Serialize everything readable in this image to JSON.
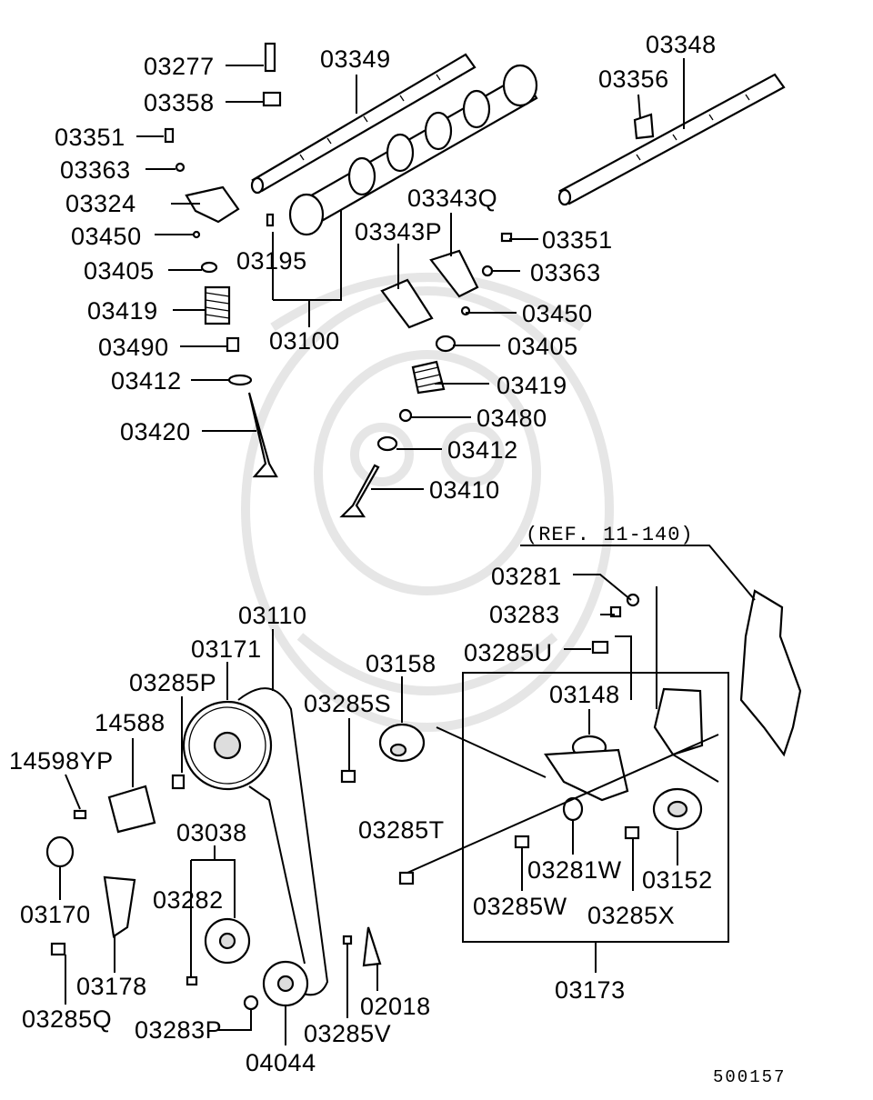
{
  "diagram": {
    "diagram_code": "500157",
    "reference_note": "(REF. 11-140)",
    "labels": [
      {
        "id": "l01",
        "text": "03277"
      },
      {
        "id": "l02",
        "text": "03349"
      },
      {
        "id": "l03",
        "text": "03348"
      },
      {
        "id": "l04",
        "text": "03358"
      },
      {
        "id": "l05",
        "text": "03356"
      },
      {
        "id": "l06",
        "text": "03351"
      },
      {
        "id": "l07",
        "text": "03363"
      },
      {
        "id": "l08",
        "text": "03324"
      },
      {
        "id": "l09",
        "text": "03343Q"
      },
      {
        "id": "l10",
        "text": "03450"
      },
      {
        "id": "l11",
        "text": "03343P"
      },
      {
        "id": "l12",
        "text": "03351"
      },
      {
        "id": "l13",
        "text": "03195"
      },
      {
        "id": "l14",
        "text": "03405"
      },
      {
        "id": "l15",
        "text": "03363"
      },
      {
        "id": "l16",
        "text": "03419"
      },
      {
        "id": "l17",
        "text": "03450"
      },
      {
        "id": "l18",
        "text": "03100"
      },
      {
        "id": "l19",
        "text": "03490"
      },
      {
        "id": "l20",
        "text": "03405"
      },
      {
        "id": "l21",
        "text": "03412"
      },
      {
        "id": "l22",
        "text": "03419"
      },
      {
        "id": "l23",
        "text": "03420"
      },
      {
        "id": "l24",
        "text": "03480"
      },
      {
        "id": "l25",
        "text": "03412"
      },
      {
        "id": "l26",
        "text": "03410"
      },
      {
        "id": "l27",
        "text": "03281"
      },
      {
        "id": "l28",
        "text": "03283"
      },
      {
        "id": "l29",
        "text": "03110"
      },
      {
        "id": "l30",
        "text": "03285U"
      },
      {
        "id": "l31",
        "text": "03171"
      },
      {
        "id": "l32",
        "text": "03158"
      },
      {
        "id": "l33",
        "text": "03285P"
      },
      {
        "id": "l34",
        "text": "03148"
      },
      {
        "id": "l35",
        "text": "14588"
      },
      {
        "id": "l36",
        "text": "03285S"
      },
      {
        "id": "l37",
        "text": "14598YP"
      },
      {
        "id": "l38",
        "text": "03038"
      },
      {
        "id": "l39",
        "text": "03285T"
      },
      {
        "id": "l40",
        "text": "03281W"
      },
      {
        "id": "l41",
        "text": "03152"
      },
      {
        "id": "l42",
        "text": "03282"
      },
      {
        "id": "l43",
        "text": "03170"
      },
      {
        "id": "l44",
        "text": "03285W"
      },
      {
        "id": "l45",
        "text": "03285X"
      },
      {
        "id": "l46",
        "text": "03178"
      },
      {
        "id": "l47",
        "text": "02018"
      },
      {
        "id": "l48",
        "text": "03173"
      },
      {
        "id": "l49",
        "text": "03285Q"
      },
      {
        "id": "l50",
        "text": "03283P"
      },
      {
        "id": "l51",
        "text": "03285V"
      },
      {
        "id": "l52",
        "text": "04044"
      }
    ]
  }
}
